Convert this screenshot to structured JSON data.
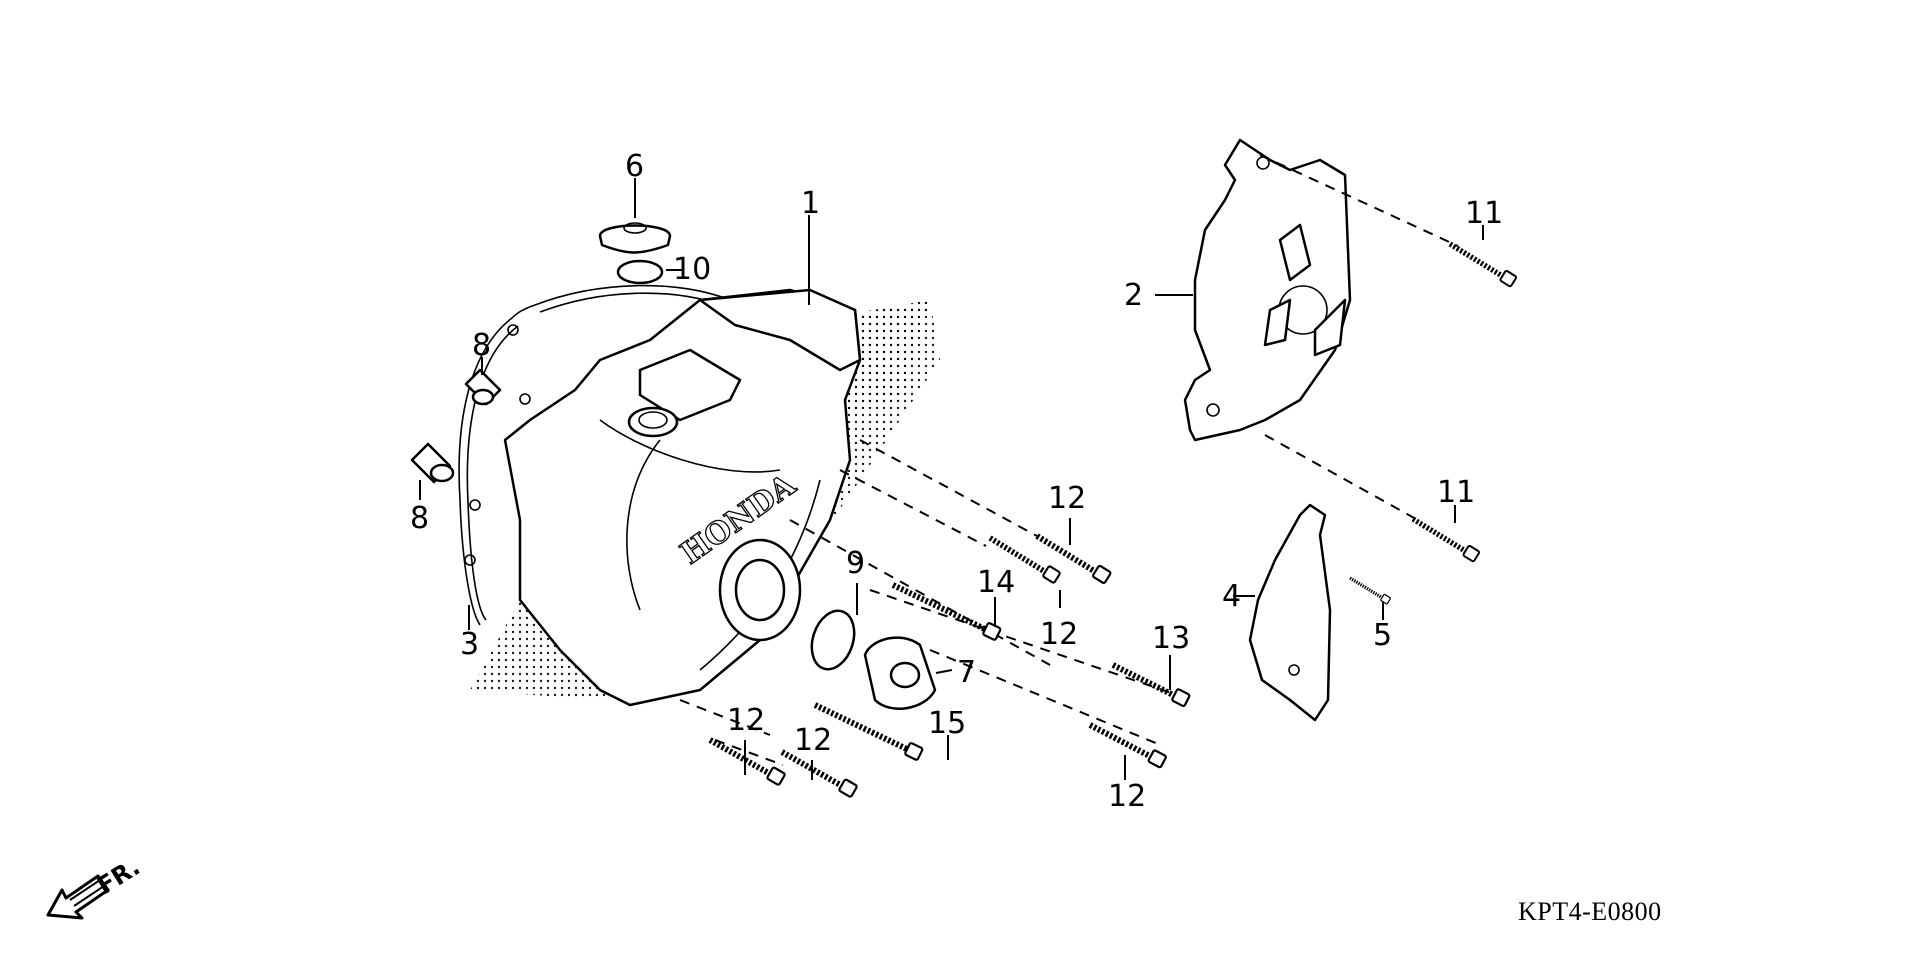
{
  "diagram": {
    "figure_code": "KPT4-E0800",
    "front_marker": "FR.",
    "cover_logo_text": "HONDA",
    "callouts": {
      "c1": "1",
      "c2": "2",
      "c3": "3",
      "c4": "4",
      "c5": "5",
      "c6": "6",
      "c7": "7",
      "c8a": "8",
      "c8b": "8",
      "c9": "9",
      "c10": "10",
      "c11a": "11",
      "c11b": "11",
      "c12a": "12",
      "c12b": "12",
      "c12c": "12",
      "c12d": "12",
      "c12e": "12",
      "c13": "13",
      "c14": "14",
      "c15": "15"
    }
  },
  "colors": {
    "ink": "#000000",
    "paper": "#ffffff"
  }
}
